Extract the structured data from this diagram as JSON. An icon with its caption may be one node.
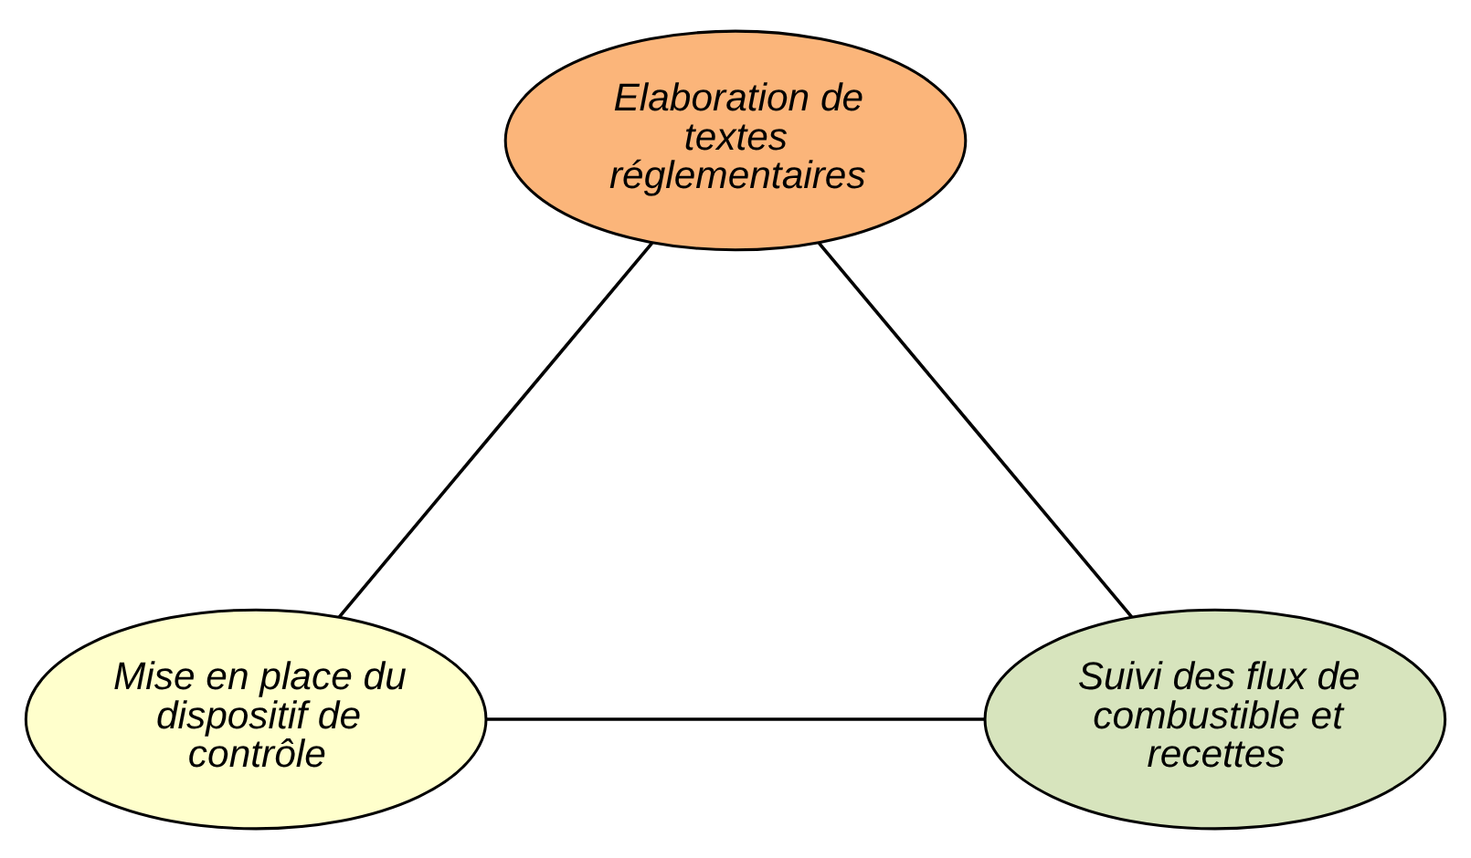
{
  "diagram": {
    "nodes": [
      {
        "text": [
          "Elaboration de textes réglementaires"
        ]
      },
      {
        "text": [
          "Mise en place du dispositif de contrôle"
        ]
      },
      {
        "text": [
          "Suivi des flux de combustible et recettes"
        ]
      }
    ],
    "edges": [
      {
        "from": 0,
        "to": 1,
        "arrow": "none"
      },
      {
        "from": 0,
        "to": 2,
        "arrow": "none"
      },
      {
        "from": 1,
        "to": 2,
        "arrow": "none"
      }
    ]
  }
}
